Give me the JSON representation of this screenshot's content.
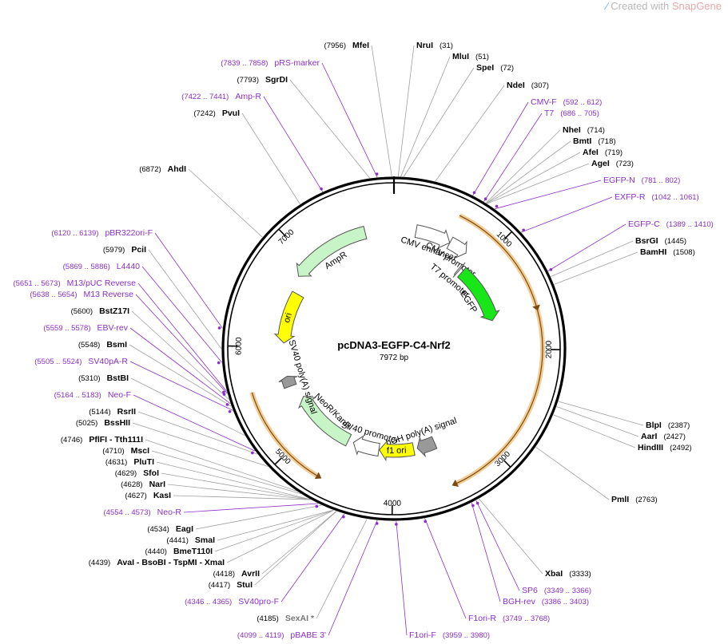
{
  "watermark": {
    "prefix": "Created with ",
    "brand": "SnapGene",
    "suffix": "®"
  },
  "plasmid": {
    "name": "pcDNA3-EGFP-C4-Nrf2",
    "size_label": "7972 bp"
  },
  "colors": {
    "primer": "#8b2fc9",
    "enzyme": "#000000",
    "line": "#a0a0a0",
    "orf_arrow": "#e8a33d",
    "backbone": "#000000"
  },
  "chart_data": {
    "type": "plasmid_map",
    "total_bp": 7972,
    "ticks": [
      "1000",
      "2000",
      "3000",
      "4000",
      "5000",
      "6000",
      "7000"
    ],
    "features": [
      {
        "label": "CMV enhancer",
        "start": 235,
        "end": 614,
        "color": "#ffffff"
      },
      {
        "label": "CMV promoter",
        "start": 615,
        "end": 818,
        "color": "#ffffff"
      },
      {
        "label": "T7 promoter",
        "start": 863,
        "end": 881,
        "color": "#ffffff"
      },
      {
        "label": "EGFP",
        "start": 920,
        "end": 1639,
        "color": "#19e619"
      },
      {
        "label": "bGH poly(A) signal",
        "start": 3470,
        "end": 3694,
        "color": "#999999"
      },
      {
        "label": "f1 ori",
        "start": 3740,
        "end": 4168,
        "color": "#ffff00"
      },
      {
        "label": "SV40 promoter",
        "start": 4174,
        "end": 4503,
        "color": "#ffffff"
      },
      {
        "label": "NeoR/KanR",
        "start": 4570,
        "end": 5364,
        "color": "#c8f5c8"
      },
      {
        "label": "SV40 poly(A) signal",
        "start": 5538,
        "end": 5659,
        "color": "#999999"
      },
      {
        "label": "ori",
        "start": 6045,
        "end": 6633,
        "color": "#ffff00"
      },
      {
        "label": "AmpR",
        "start": 6804,
        "end": 7664,
        "color": "#c8f5c8"
      }
    ],
    "enzymes": [
      {
        "name": "MfeI",
        "pos_text": "(7956)"
      },
      {
        "name": "NruI",
        "pos_text": "(31)"
      },
      {
        "name": "MluI",
        "pos_text": "(51)"
      },
      {
        "name": "SpeI",
        "pos_text": "(72)"
      },
      {
        "name": "NdeI",
        "pos_text": "(307)"
      },
      {
        "name": "NheI",
        "pos_text": "(714)"
      },
      {
        "name": "BmtI",
        "pos_text": "(718)"
      },
      {
        "name": "AfeI",
        "pos_text": "(719)"
      },
      {
        "name": "AgeI",
        "pos_text": "(723)"
      },
      {
        "name": "BsrGI",
        "pos_text": "(1445)"
      },
      {
        "name": "BamHI",
        "pos_text": "(1508)"
      },
      {
        "name": "BlpI",
        "pos_text": "(2387)"
      },
      {
        "name": "AarI",
        "pos_text": "(2427)"
      },
      {
        "name": "HindIII",
        "pos_text": "(2492)"
      },
      {
        "name": "PmlI",
        "pos_text": "(2763)"
      },
      {
        "name": "XbaI",
        "pos_text": "(3333)"
      },
      {
        "name": "SexAI *",
        "pos_text": "(4185)"
      },
      {
        "name": "StuI",
        "pos_text": "(4417)"
      },
      {
        "name": "AvrII",
        "pos_text": "(4418)"
      },
      {
        "name": "AvaI  - BsoBI  - TspMI  - XmaI",
        "pos_text": "(4439)"
      },
      {
        "name": "BmeT110I",
        "pos_text": "(4440)"
      },
      {
        "name": "SmaI",
        "pos_text": "(4441)"
      },
      {
        "name": "EagI",
        "pos_text": "(4534)"
      },
      {
        "name": "KasI",
        "pos_text": "(4627)"
      },
      {
        "name": "NarI",
        "pos_text": "(4628)"
      },
      {
        "name": "SfoI",
        "pos_text": "(4629)"
      },
      {
        "name": "PluTI",
        "pos_text": "(4631)"
      },
      {
        "name": "MscI",
        "pos_text": "(4710)"
      },
      {
        "name": "PflFI  - Tth111I",
        "pos_text": "(4746)"
      },
      {
        "name": "BssHII",
        "pos_text": "(5025)"
      },
      {
        "name": "RsrII",
        "pos_text": "(5144)"
      },
      {
        "name": "BstBI",
        "pos_text": "(5310)"
      },
      {
        "name": "BsmI",
        "pos_text": "(5548)"
      },
      {
        "name": "BstZ17I",
        "pos_text": "(5600)"
      },
      {
        "name": "PciI",
        "pos_text": "(5979)"
      },
      {
        "name": "AhdI",
        "pos_text": "(6872)"
      },
      {
        "name": "PvuI",
        "pos_text": "(7242)"
      },
      {
        "name": "SgrDI",
        "pos_text": "(7793)"
      }
    ],
    "primers": [
      {
        "name": "pRS-marker",
        "pos_text": "(7839 .. 7858)"
      },
      {
        "name": "Amp-R",
        "pos_text": "(7422 .. 7441)"
      },
      {
        "name": "CMV-F",
        "pos_text": "(592 .. 612)"
      },
      {
        "name": "T7",
        "pos_text": "(686 .. 705)"
      },
      {
        "name": "EGFP-N",
        "pos_text": "(781 .. 802)"
      },
      {
        "name": "EXFP-R",
        "pos_text": "(1042 .. 1061)"
      },
      {
        "name": "EGFP-C",
        "pos_text": "(1389 .. 1410)"
      },
      {
        "name": "SP6",
        "pos_text": "(3349 .. 3366)"
      },
      {
        "name": "BGH-rev",
        "pos_text": "(3386 .. 3403)"
      },
      {
        "name": "F1ori-R",
        "pos_text": "(3749 .. 3768)"
      },
      {
        "name": "F1ori-F",
        "pos_text": "(3959 .. 3980)"
      },
      {
        "name": "pBABE 3'",
        "pos_text": "(4099 .. 4119)"
      },
      {
        "name": "SV40pro-F",
        "pos_text": "(4346 .. 4365)"
      },
      {
        "name": "Neo-R",
        "pos_text": "(4554 .. 4573)"
      },
      {
        "name": "Neo-F",
        "pos_text": "(5164 .. 5183)"
      },
      {
        "name": "SV40pA-R",
        "pos_text": "(5505 .. 5524)"
      },
      {
        "name": "EBV-rev",
        "pos_text": "(5559 .. 5578)"
      },
      {
        "name": "M13 Reverse",
        "pos_text": "(5638 .. 5654)"
      },
      {
        "name": "M13/pUC Reverse",
        "pos_text": "(5651 .. 5673)"
      },
      {
        "name": "L4440",
        "pos_text": "(5869 .. 5886)"
      },
      {
        "name": "pBR322ori-F",
        "pos_text": "(6120 .. 6139)"
      }
    ]
  }
}
